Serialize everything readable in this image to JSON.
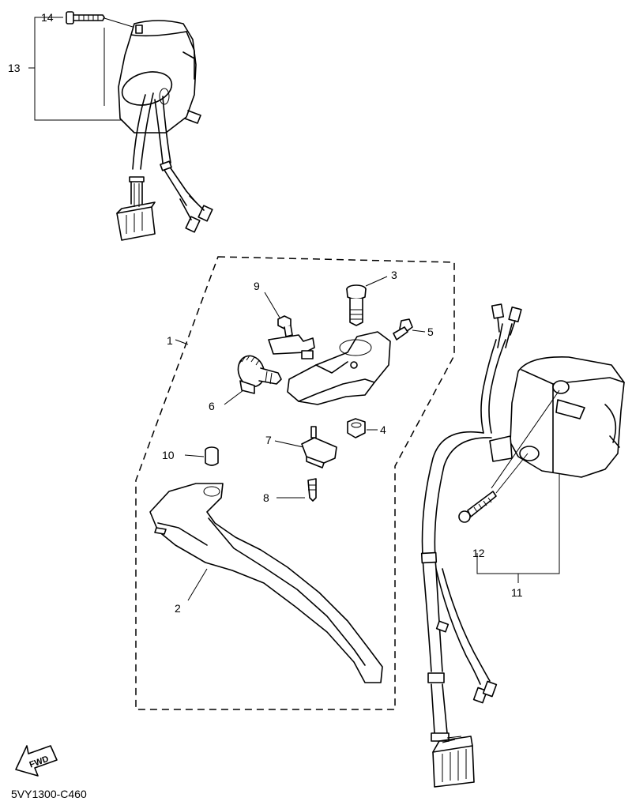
{
  "callouts": {
    "c1": "1",
    "c2": "2",
    "c3": "3",
    "c4": "4",
    "c5": "5",
    "c6": "6",
    "c7": "7",
    "c8": "8",
    "c9": "9",
    "c10": "10",
    "c11": "11",
    "c12": "12",
    "c13": "13",
    "c14": "14"
  },
  "fwd_label": "FWD",
  "diagram_code": "5VY1300-C460",
  "colors": {
    "line": "#000000",
    "background": "#ffffff"
  }
}
